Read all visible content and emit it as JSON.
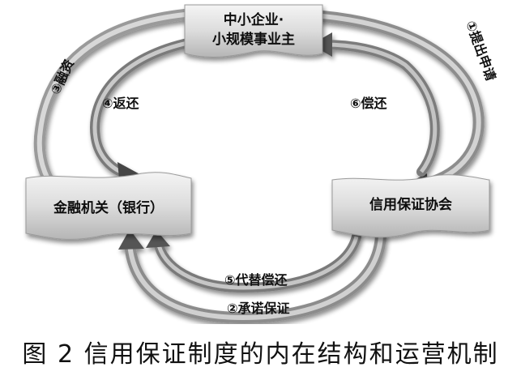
{
  "nodes": {
    "sme_line1": "中小企业·",
    "sme_line2": "小规模事业主",
    "bank": "金融机关（银行）",
    "association": "信用保证协会"
  },
  "edges": {
    "apply": "①提出申请",
    "guarantee": "②承诺保证",
    "financing": "③融资",
    "repay": "④返还",
    "subrogation": "⑤代替偿还",
    "reimburse": "⑥偿还"
  },
  "caption": "图 2  信用保证制度的内在结构和运营机制"
}
